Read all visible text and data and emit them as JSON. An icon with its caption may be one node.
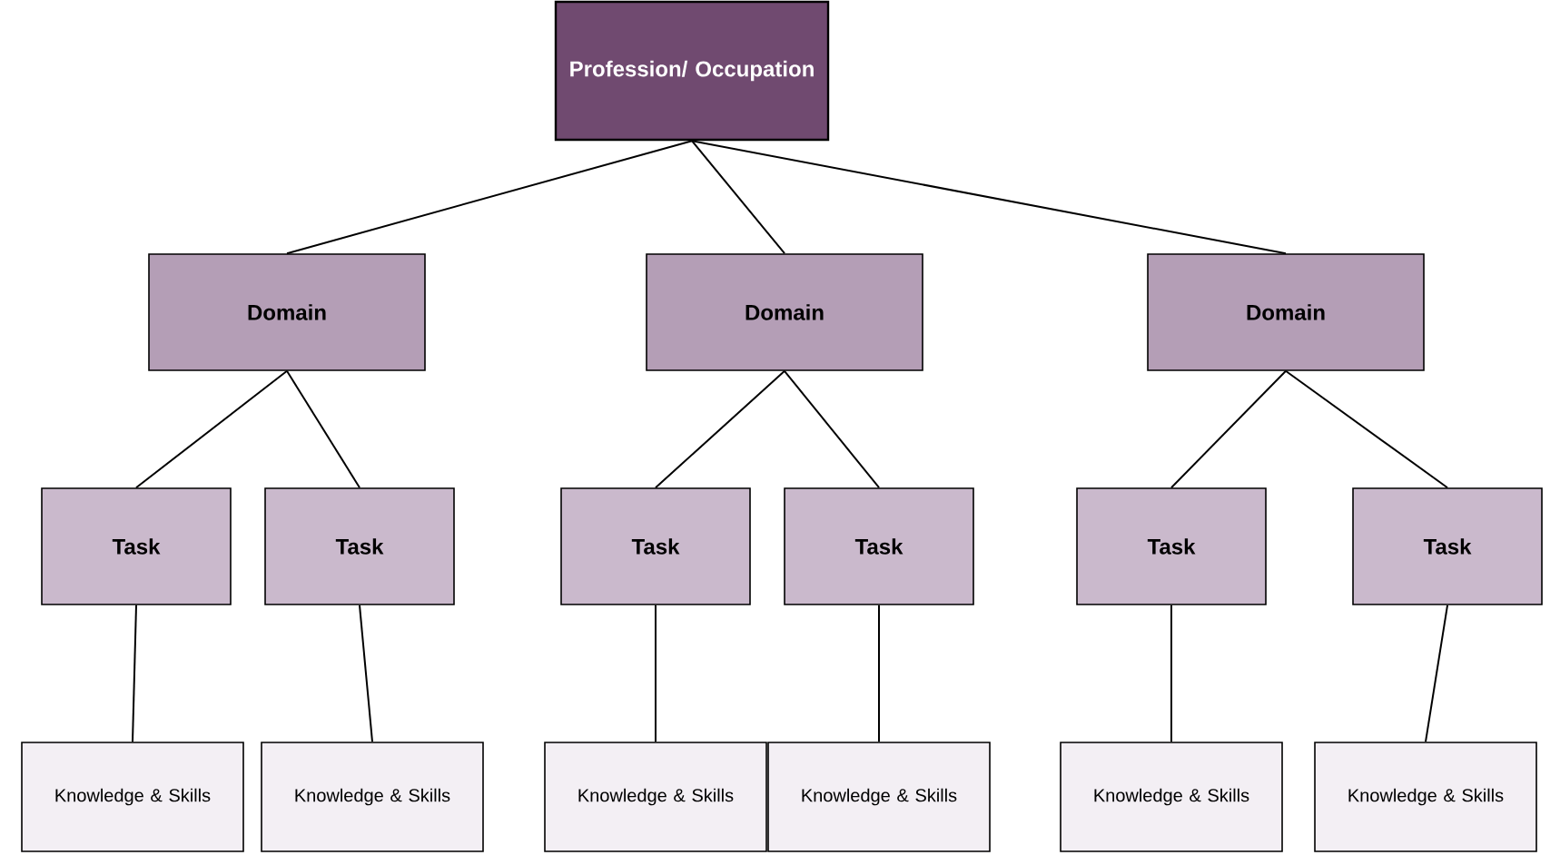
{
  "diagram": {
    "nodes": [
      {
        "text": [
          "Profession/ Occupation"
        ]
      },
      {
        "text": [
          "Domain"
        ]
      },
      {
        "text": [
          "Domain"
        ]
      },
      {
        "text": [
          "Domain"
        ]
      },
      {
        "text": [
          "Task"
        ]
      },
      {
        "text": [
          "Task"
        ]
      },
      {
        "text": [
          "Task"
        ]
      },
      {
        "text": [
          "Task"
        ]
      },
      {
        "text": [
          "Task"
        ]
      },
      {
        "text": [
          "Task"
        ]
      },
      {
        "text": [
          "Knowledge & Skills"
        ]
      },
      {
        "text": [
          "Knowledge & Skills"
        ]
      },
      {
        "text": [
          "Knowledge & Skills"
        ]
      },
      {
        "text": [
          "Knowledge & Skills"
        ]
      },
      {
        "text": [
          "Knowledge & Skills"
        ]
      },
      {
        "text": [
          "Knowledge & Skills"
        ]
      }
    ],
    "edges": [
      {
        "from": 0,
        "to": 1,
        "arrow": "none"
      },
      {
        "from": 0,
        "to": 2,
        "arrow": "none"
      },
      {
        "from": 0,
        "to": 3,
        "arrow": "none"
      },
      {
        "from": 1,
        "to": 4,
        "arrow": "none"
      },
      {
        "from": 1,
        "to": 5,
        "arrow": "none"
      },
      {
        "from": 2,
        "to": 6,
        "arrow": "none"
      },
      {
        "from": 2,
        "to": 7,
        "arrow": "none"
      },
      {
        "from": 3,
        "to": 8,
        "arrow": "none"
      },
      {
        "from": 3,
        "to": 9,
        "arrow": "none"
      },
      {
        "from": 4,
        "to": 10,
        "arrow": "none"
      },
      {
        "from": 5,
        "to": 11,
        "arrow": "none"
      },
      {
        "from": 6,
        "to": 12,
        "arrow": "none"
      },
      {
        "from": 7,
        "to": 13,
        "arrow": "none"
      },
      {
        "from": 8,
        "to": 14,
        "arrow": "none"
      },
      {
        "from": 9,
        "to": 15,
        "arrow": "none"
      }
    ]
  }
}
